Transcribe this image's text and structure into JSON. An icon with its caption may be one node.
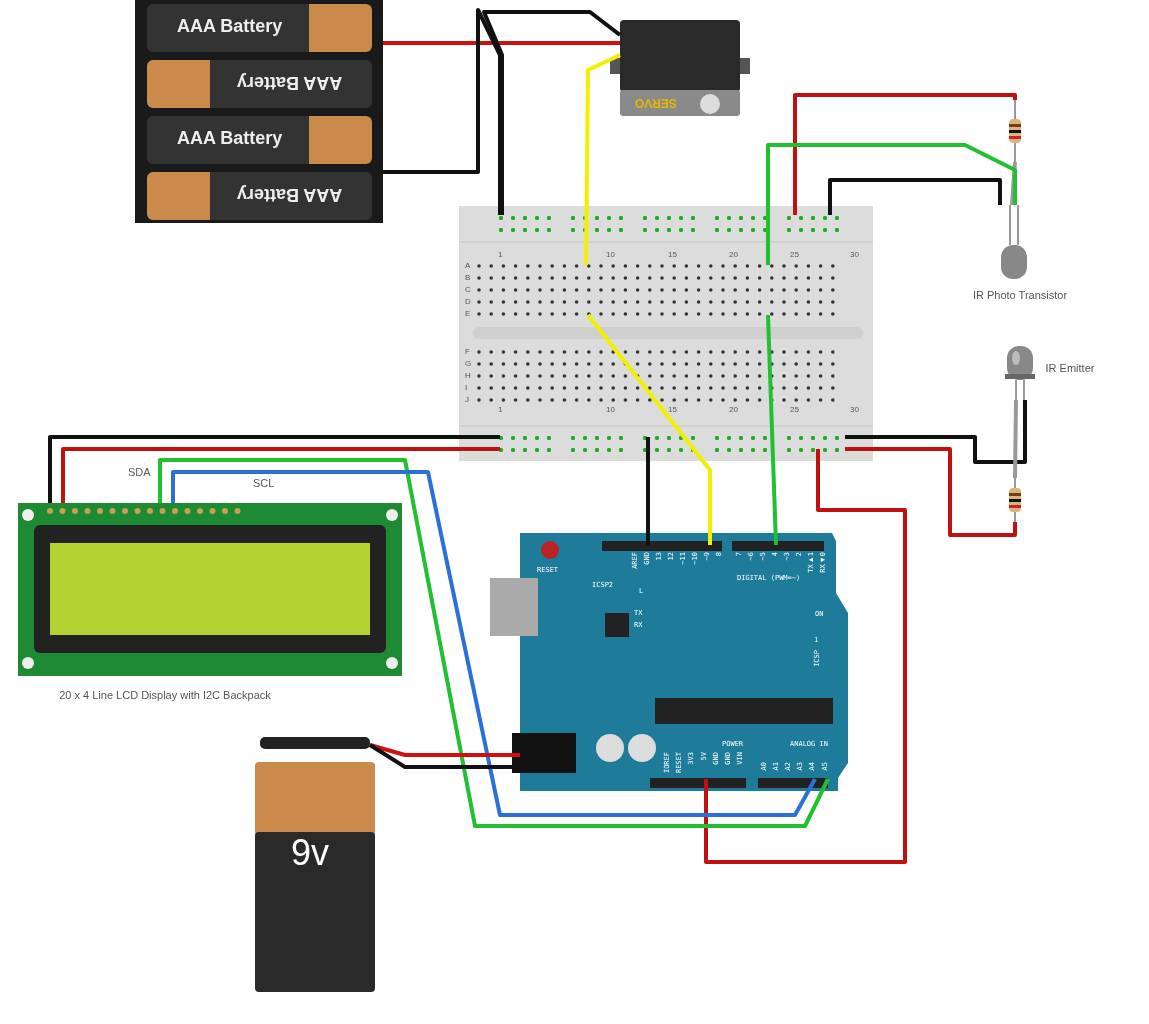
{
  "diagram": {
    "nodes": [
      {
        "text": [
          "AAA Battery",
          "AAA Battery",
          "AAA Battery",
          "AAA Battery"
        ]
      },
      {
        "text": [
          "SERVO"
        ]
      },
      {
        "text": [],
        "shape": "picture"
      },
      {
        "text": [],
        "shape": "picture",
        "beside": [
          "IR Photo Transistor"
        ]
      },
      {
        "text": [],
        "shape": "picture"
      },
      {
        "text": [],
        "shape": "picture",
        "beside": [
          "IR Emitter"
        ]
      },
      {
        "text": [],
        "shape": "picture"
      },
      {
        "text": [],
        "shape": "picture",
        "beside": [
          "20 x 4 Line LCD Display with I2C Backpack"
        ]
      },
      {
        "text": [],
        "shape": "picture"
      },
      {
        "text": [
          "9v"
        ]
      }
    ],
    "edges": [
      {
        "from": 0,
        "to": 1,
        "arrow": "none",
        "color": "#d01010"
      },
      {
        "from": 0,
        "to": 2,
        "arrow": "none",
        "color": "#111111"
      },
      {
        "from": 1,
        "to": 2,
        "arrow": "none",
        "color": "#111111"
      },
      {
        "from": 1,
        "to": 2,
        "arrow": "none",
        "color": "#f2f000"
      },
      {
        "from": 2,
        "to": 8,
        "arrow": "none",
        "color": "#f2f000"
      },
      {
        "from": 2,
        "to": 4,
        "arrow": "none",
        "color": "#c01010"
      },
      {
        "from": 4,
        "to": 3,
        "arrow": "none",
        "color": "#999999"
      },
      {
        "from": 3,
        "to": 2,
        "arrow": "none",
        "color": "#20c030"
      },
      {
        "from": 2,
        "to": 3,
        "arrow": "none",
        "color": "#111111"
      },
      {
        "from": 2,
        "to": 8,
        "arrow": "none",
        "color": "#20c030"
      },
      {
        "from": 2,
        "to": 8,
        "arrow": "none",
        "color": "#111111"
      },
      {
        "from": 7,
        "to": 2,
        "arrow": "none",
        "color": "#111111"
      },
      {
        "from": 7,
        "to": 2,
        "arrow": "none",
        "color": "#c01010"
      },
      {
        "from": 2,
        "to": 5,
        "arrow": "none",
        "color": "#111111"
      },
      {
        "from": 2,
        "to": 6,
        "arrow": "none",
        "color": "#c01010"
      },
      {
        "from": 5,
        "to": 6,
        "arrow": "none",
        "color": "#999999"
      },
      {
        "from": 2,
        "to": 8,
        "arrow": "none",
        "color": "#c01010"
      },
      {
        "from": 7,
        "to": 8,
        "arrow": "none",
        "color": "#20c030"
      },
      {
        "from": 7,
        "to": 8,
        "arrow": "none",
        "color": "#2a70d8"
      },
      {
        "from": 9,
        "to": 8,
        "arrow": "none",
        "color": "#d01010"
      },
      {
        "from": 9,
        "to": 8,
        "arrow": "none",
        "color": "#111111"
      }
    ],
    "labels": [
      "SDA",
      "SCL",
      "1",
      "10",
      "15",
      "20",
      "25",
      "30",
      "A",
      "B",
      "C",
      "D",
      "E",
      "F",
      "G",
      "H",
      "I",
      "J",
      "1",
      "10",
      "15",
      "20",
      "25",
      "30",
      "RESET",
      "ICSP2",
      "AREF",
      "GND",
      "13",
      "12",
      "~11",
      "~10",
      "~9",
      "8",
      "7",
      "~6",
      "~5",
      "4",
      "~3",
      "2",
      "TX▶1",
      "RX◀0",
      "DIGITAL (PWM=~)",
      "L",
      "TX",
      "RX",
      "ON",
      "ICSP",
      "1",
      "IOREF",
      "RESET",
      "3V3",
      "5V",
      "GND",
      "GND",
      "VIN",
      "POWER",
      "A0",
      "A1",
      "A2",
      "A3",
      "A4",
      "A5",
      "ANALOG IN"
    ]
  }
}
